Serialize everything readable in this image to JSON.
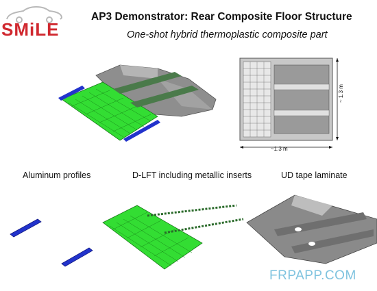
{
  "logo": {
    "text": "SMiLE",
    "lettering": "SMiLE",
    "color": "#d0282f",
    "icon": "car-outline-icon"
  },
  "title": "AP3 Demonstrator: Rear Composite Floor Structure",
  "subtitle": "One-shot hybrid thermoplastic composite part",
  "labels": {
    "aluminum": "Aluminum profiles",
    "dlft": "D-LFT including metallic inserts",
    "ud": "UD tape laminate"
  },
  "dimensions": {
    "horizontal": "~1.3 m",
    "vertical": "~ 1.3 m"
  },
  "watermark": "FRPAPP.COM",
  "colors": {
    "green": "#33dd33",
    "blue": "#2233cc",
    "grey": "#8a8a8a"
  }
}
